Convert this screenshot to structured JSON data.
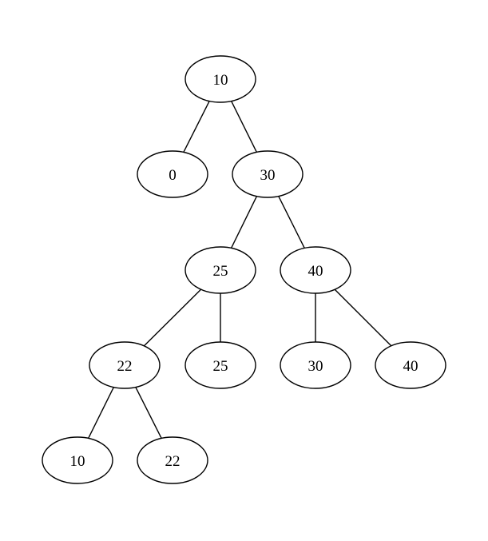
{
  "tree": {
    "nodes": [
      {
        "id": "n1",
        "label": "10"
      },
      {
        "id": "n2",
        "label": "0"
      },
      {
        "id": "n3",
        "label": "30"
      },
      {
        "id": "n4",
        "label": "25"
      },
      {
        "id": "n5",
        "label": "40"
      },
      {
        "id": "n6",
        "label": "22"
      },
      {
        "id": "n7",
        "label": "25"
      },
      {
        "id": "n8",
        "label": "30"
      },
      {
        "id": "n9",
        "label": "40"
      },
      {
        "id": "n10",
        "label": "10"
      },
      {
        "id": "n11",
        "label": "22"
      }
    ],
    "edges": [
      {
        "from": "n1",
        "to": "n2"
      },
      {
        "from": "n1",
        "to": "n3"
      },
      {
        "from": "n3",
        "to": "n4"
      },
      {
        "from": "n3",
        "to": "n5"
      },
      {
        "from": "n4",
        "to": "n6"
      },
      {
        "from": "n4",
        "to": "n7"
      },
      {
        "from": "n5",
        "to": "n8"
      },
      {
        "from": "n5",
        "to": "n9"
      },
      {
        "from": "n6",
        "to": "n10"
      },
      {
        "from": "n6",
        "to": "n11"
      }
    ]
  }
}
